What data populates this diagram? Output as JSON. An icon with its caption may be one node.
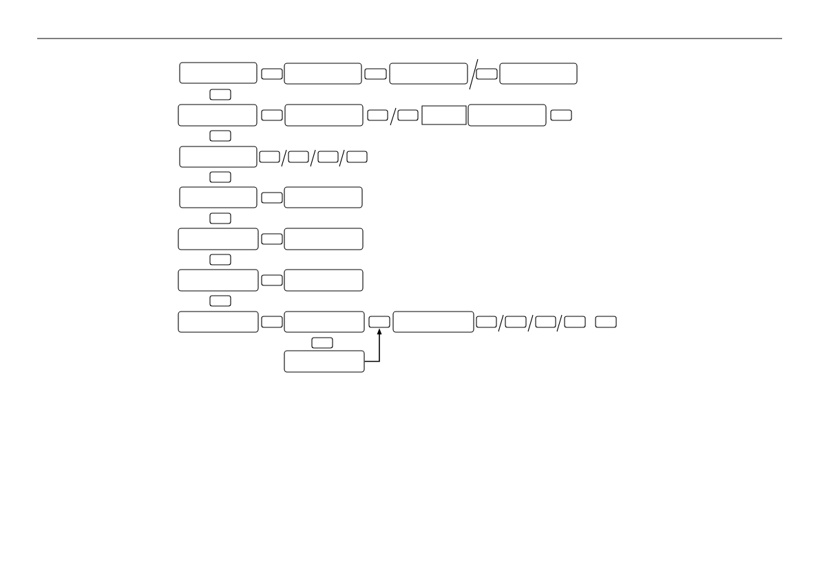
{
  "diagram": {
    "nodes": [
      {
        "text": [],
        "shape": "box"
      },
      {
        "text": [],
        "shape": "box"
      },
      {
        "text": [],
        "shape": "box"
      },
      {
        "text": [],
        "shape": "box"
      },
      {
        "text": [],
        "shape": "box"
      },
      {
        "text": [],
        "shape": "box"
      },
      {
        "text": [],
        "shape": "box"
      },
      {
        "text": [],
        "shape": "box"
      },
      {
        "text": [],
        "shape": "box"
      },
      {
        "text": [],
        "shape": "box"
      },
      {
        "text": [],
        "shape": "box"
      },
      {
        "text": [],
        "shape": "box"
      },
      {
        "text": [],
        "shape": "box"
      },
      {
        "text": [],
        "shape": "box"
      },
      {
        "text": [],
        "shape": "box"
      },
      {
        "text": [],
        "shape": "box"
      },
      {
        "text": [],
        "shape": "box"
      },
      {
        "text": [],
        "shape": "box"
      },
      {
        "text": [],
        "shape": "box"
      },
      {
        "text": [],
        "shape": "box"
      },
      {
        "text": [],
        "shape": "box"
      },
      {
        "text": [],
        "shape": "box"
      },
      {
        "text": [],
        "shape": "box"
      },
      {
        "text": [],
        "shape": "box"
      },
      {
        "text": [],
        "shape": "box"
      },
      {
        "text": [],
        "shape": "box"
      },
      {
        "text": [],
        "shape": "box"
      },
      {
        "text": [],
        "shape": "box"
      },
      {
        "text": [],
        "shape": "box"
      },
      {
        "text": [],
        "shape": "box"
      },
      {
        "text": [],
        "shape": "box"
      },
      {
        "text": [],
        "shape": "box"
      },
      {
        "text": [],
        "shape": "box"
      },
      {
        "text": [],
        "shape": "box"
      },
      {
        "text": [],
        "shape": "box"
      },
      {
        "text": [],
        "shape": "box"
      },
      {
        "text": [],
        "shape": "box"
      },
      {
        "text": [],
        "shape": "box"
      },
      {
        "text": [],
        "shape": "box"
      },
      {
        "text": [],
        "shape": "box"
      },
      {
        "text": [],
        "shape": "box"
      },
      {
        "text": [],
        "shape": "box"
      },
      {
        "text": [],
        "shape": "box"
      },
      {
        "text": [],
        "shape": "box"
      },
      {
        "text": [],
        "shape": "box"
      },
      {
        "text": [],
        "shape": "box"
      },
      {
        "text": [],
        "shape": "box"
      }
    ],
    "edges": [
      {
        "from": 46,
        "to": 38,
        "arrow": "to"
      }
    ]
  }
}
